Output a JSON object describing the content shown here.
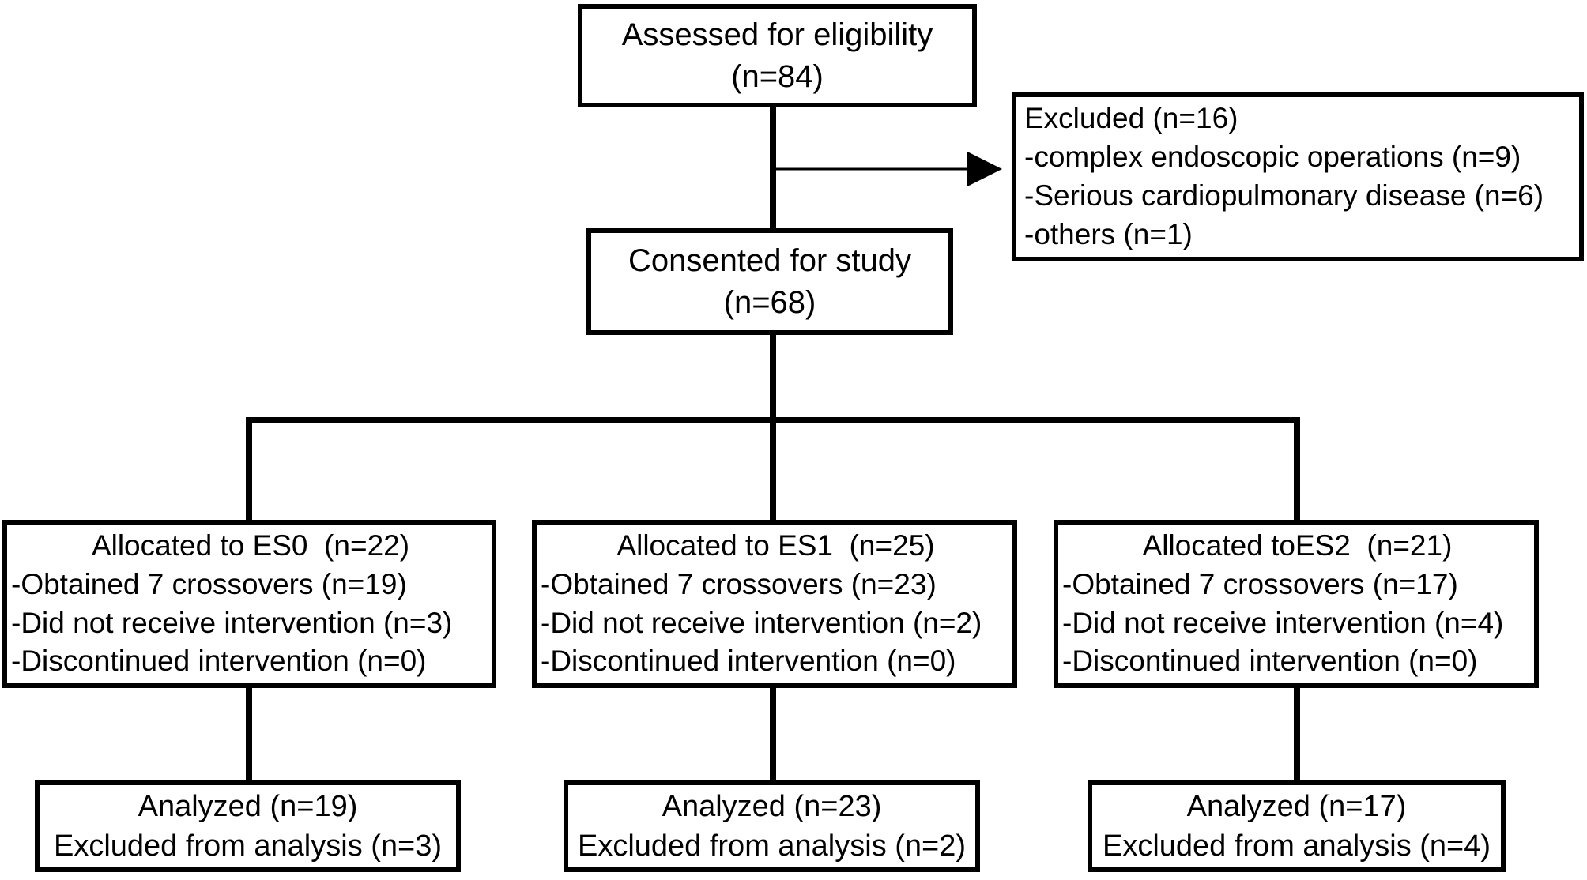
{
  "diagram": {
    "title": "CONSORT participant flow diagram",
    "colors": {
      "line": "#000000",
      "text": "#000000",
      "box_background": "#ffffff",
      "page_background": "#ffffff"
    },
    "assessed": {
      "line1": "Assessed for eligibility",
      "line2": "(n=84)"
    },
    "excluded": {
      "lines": [
        "Excluded (n=16)",
        "-complex endoscopic operations (n=9)",
        "-Serious cardiopulmonary disease (n=6)",
        "-others (n=1)"
      ]
    },
    "consented": {
      "line1": "Consented for study",
      "line2": "(n=68)"
    },
    "allocations": [
      {
        "title": "Allocated to ES0  (n=22)",
        "items": [
          "-Obtained 7 crossovers (n=19)",
          "-Did not receive intervention (n=3)",
          "-Discontinued intervention (n=0)"
        ]
      },
      {
        "title": "Allocated to ES1  (n=25)",
        "items": [
          "-Obtained 7 crossovers (n=23)",
          "-Did not receive intervention (n=2)",
          "-Discontinued intervention (n=0)"
        ]
      },
      {
        "title": "Allocated toES2  (n=21)",
        "items": [
          "-Obtained 7 crossovers (n=17)",
          "-Did not receive intervention (n=4)",
          "-Discontinued intervention (n=0)"
        ]
      }
    ],
    "analyses": [
      {
        "line1": "Analyzed (n=19)",
        "line2": "Excluded from analysis (n=3)"
      },
      {
        "line1": "Analyzed (n=23)",
        "line2": "Excluded from analysis (n=2)"
      },
      {
        "line1": "Analyzed (n=17)",
        "line2": "Excluded from analysis (n=4)"
      }
    ]
  }
}
